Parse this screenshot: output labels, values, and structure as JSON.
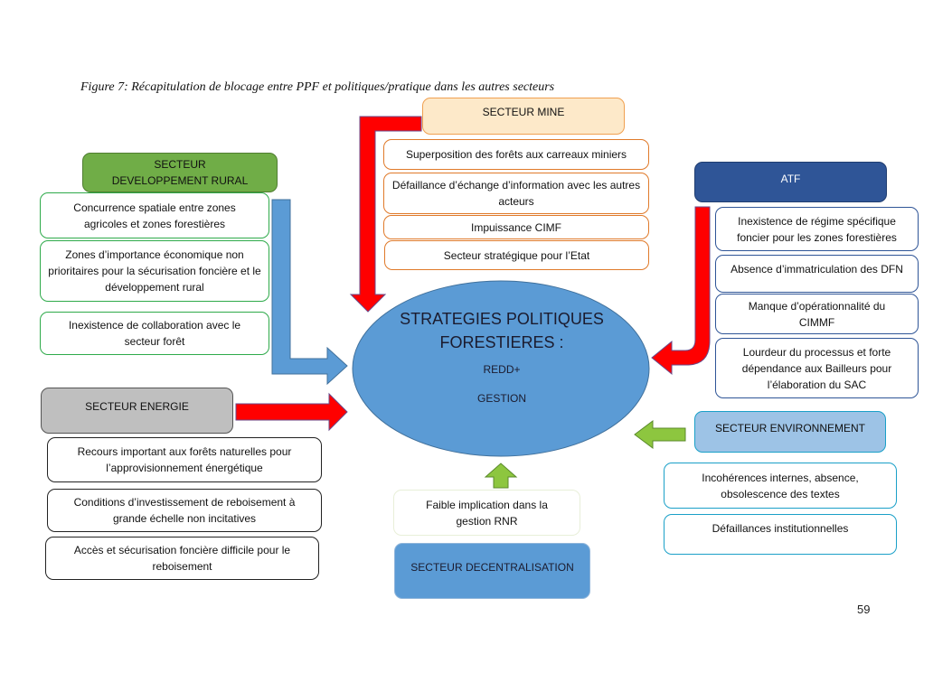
{
  "caption": "Figure 7: Récapitulation de blocage entre PPF et politiques/pratique dans les autres secteurs",
  "center": {
    "title_line1": "STRATEGIES POLITIQUES",
    "title_line2": "FORESTIERES :",
    "item1": "REDD+",
    "item2": "GESTION"
  },
  "colors": {
    "ellipse": "#5b9bd5",
    "red_arrow": "#ff0000",
    "blue_arrow": "#5b9bd5",
    "green_arrow": "#8dc63f",
    "rural_header": "#70ad47",
    "mine_header": "#fde9c9",
    "atf_header": "#2f5597",
    "energie_header": "#bfbfbf",
    "environnement_header": "#9dc3e6",
    "decentralisation_header": "#5b9bd5"
  },
  "sectors": {
    "rural": {
      "header": "SECTEUR DEVELOPPEMENT RURAL",
      "items": [
        "Concurrence spatiale entre zones agricoles et zones forestières",
        "Zones d’importance économique non prioritaires pour la sécurisation foncière et le développement rural",
        "Inexistence de collaboration avec le secteur forêt"
      ]
    },
    "mine": {
      "header": "SECTEUR MINE",
      "items": [
        "Superposition des forêts aux carreaux miniers",
        "Défaillance d’échange d’information avec les autres acteurs",
        "Impuissance CIMF",
        "Secteur stratégique pour l’Etat"
      ]
    },
    "atf": {
      "header": "ATF",
      "items": [
        "Inexistence de régime spécifique foncier pour les zones forestières",
        "Absence d’immatriculation des DFN",
        "Manque d’opérationnalité du CIMMF",
        "Lourdeur du processus et forte dépendance aux Bailleurs pour l’élaboration du SAC"
      ]
    },
    "energie": {
      "header": "SECTEUR ENERGIE",
      "items": [
        "Recours important aux forêts naturelles pour l’approvisionnement  énergétique",
        "Conditions d’investissement de reboisement à grande échelle non incitatives",
        "Accès et sécurisation foncière difficile pour le reboisement"
      ]
    },
    "environnement": {
      "header": "SECTEUR ENVIRONNEMENT",
      "items": [
        "Incohérences internes, absence, obsolescence des  textes",
        "Défaillances institutionnelles"
      ]
    },
    "decentralisation": {
      "header": "SECTEUR DECENTRALISATION",
      "items": [
        "Faible implication dans la gestion RNR"
      ]
    }
  },
  "page_number": "59"
}
